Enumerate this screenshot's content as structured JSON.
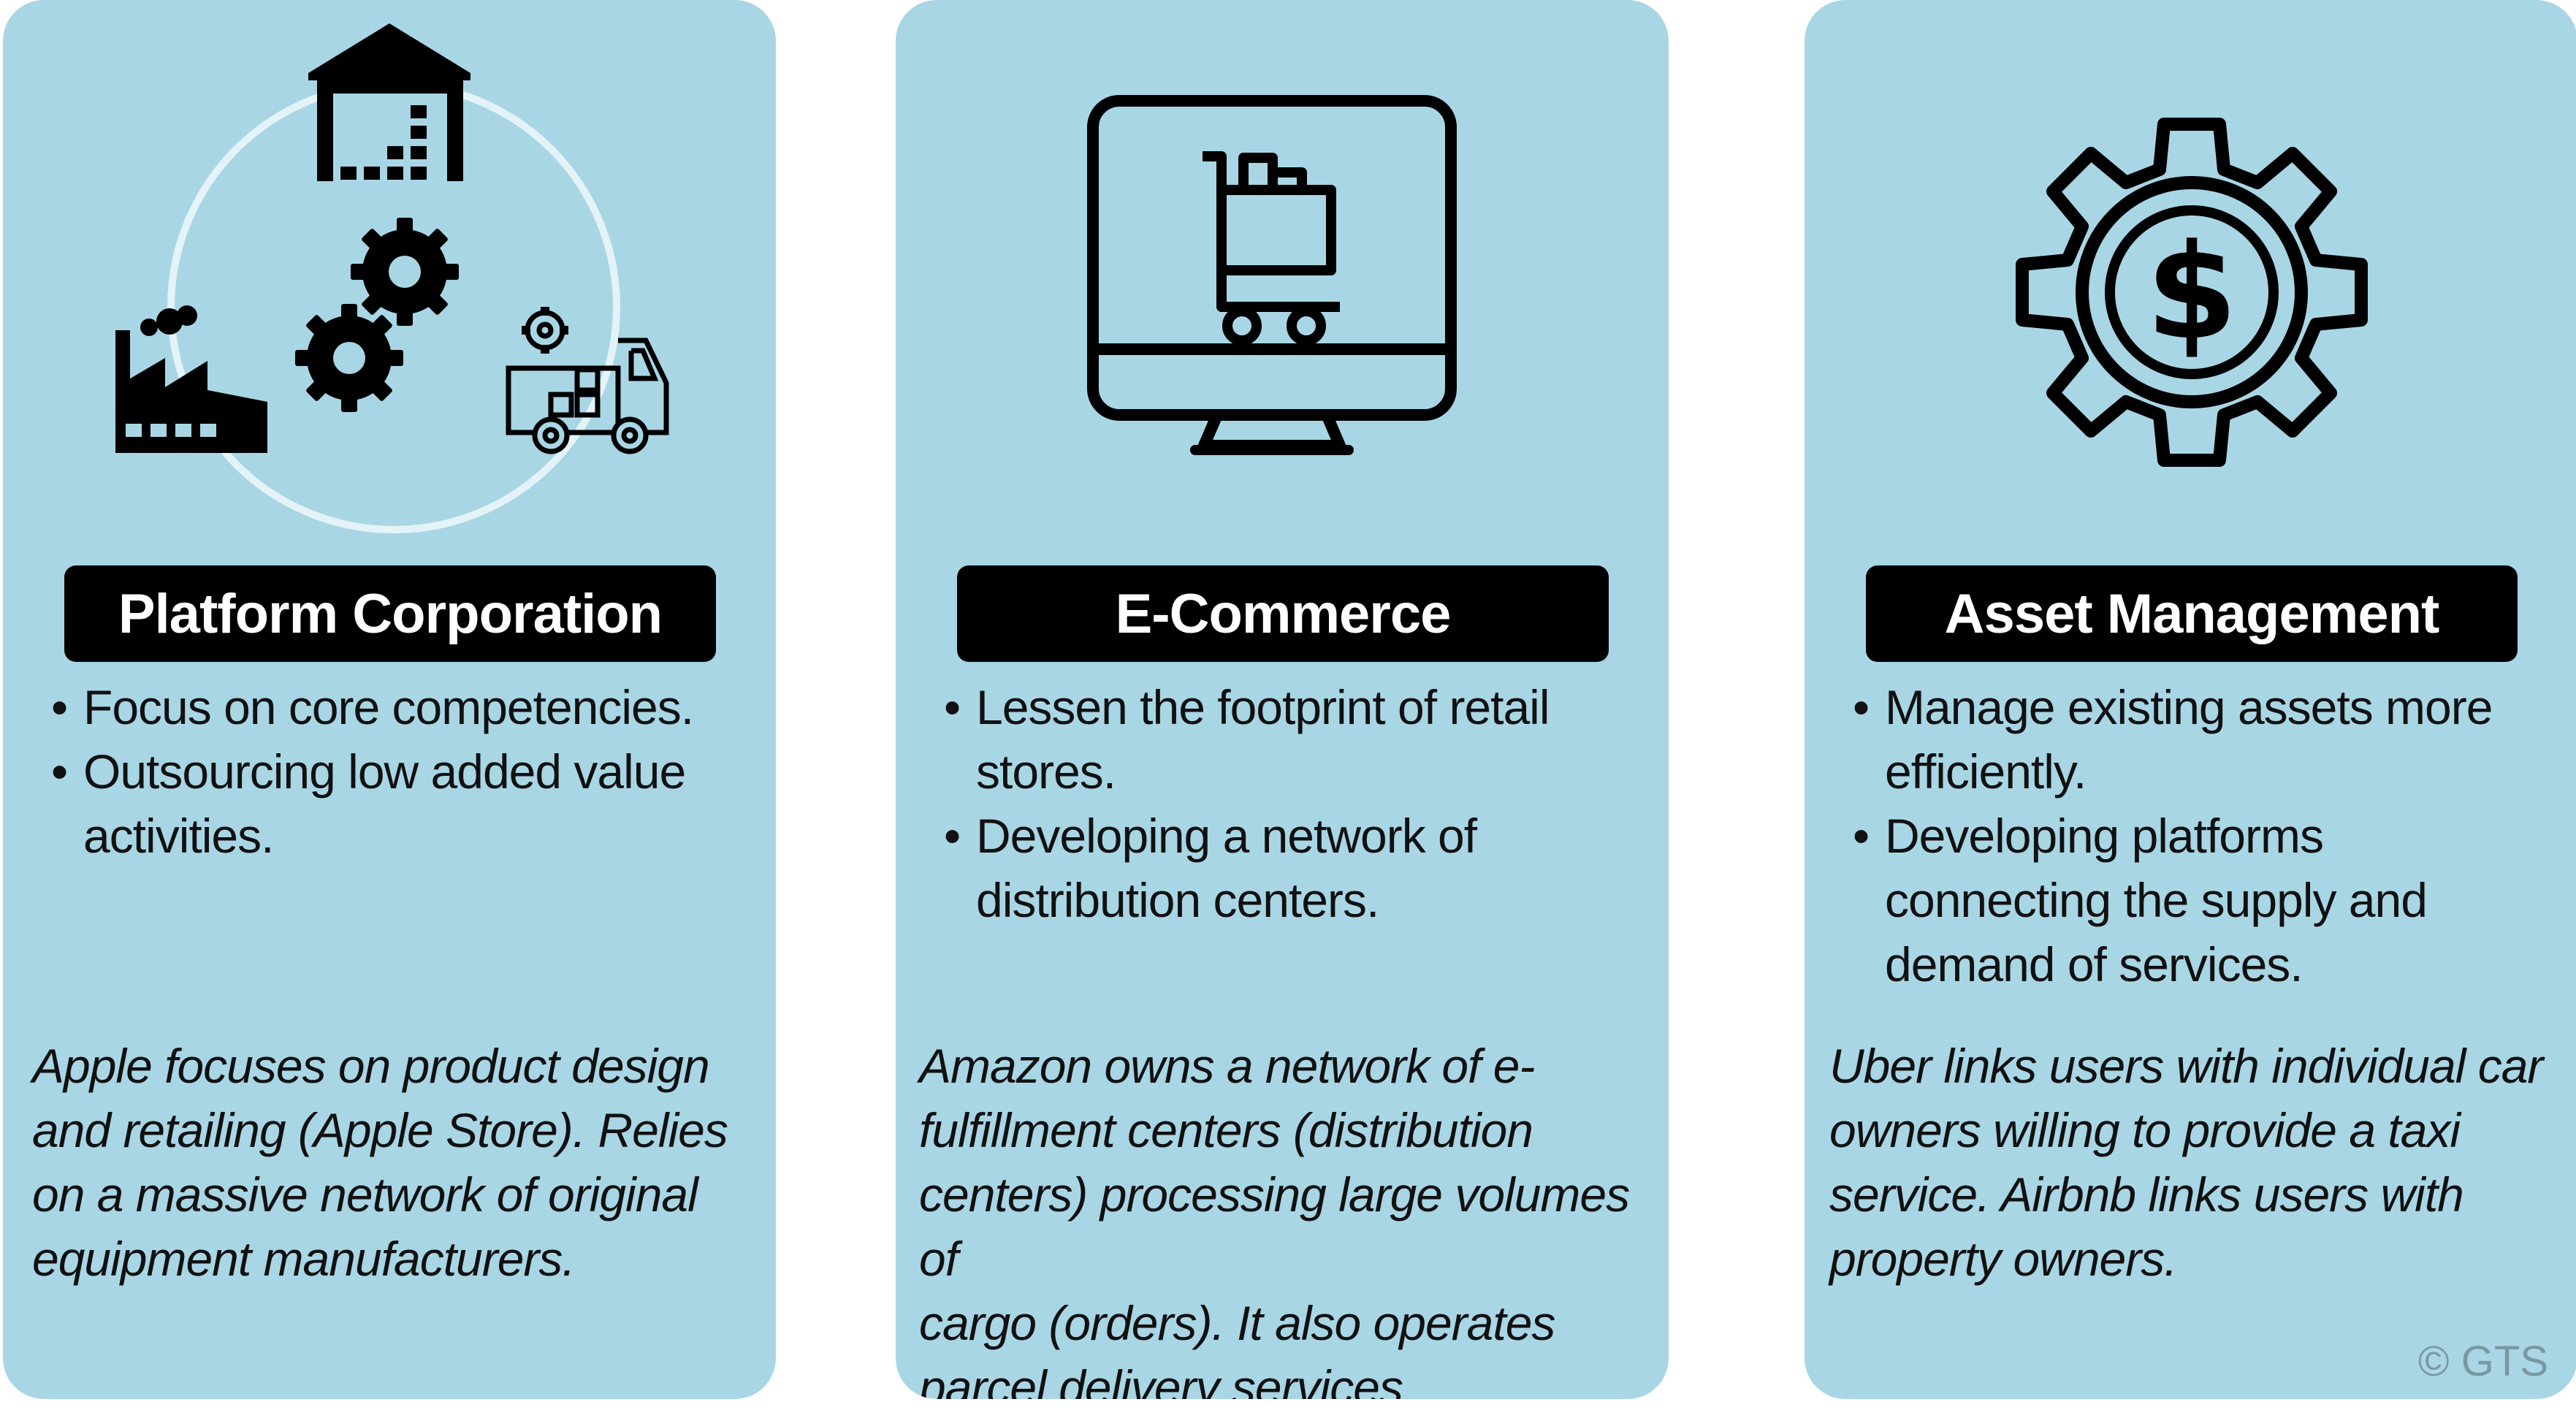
{
  "cards": [
    {
      "title": "Platform Corporation",
      "icon": "supply-chain-icon",
      "bullets": [
        "Focus on core competencies.",
        "Outsourcing low added value activities."
      ],
      "example": "Apple focuses on product design\nand retailing (Apple Store). Relies\non a massive network of original\nequipment manufacturers."
    },
    {
      "title": "E-Commerce",
      "icon": "online-shopping-icon",
      "bullets": [
        "Lessen the footprint of retail stores.",
        "Developing a network of distribution centers."
      ],
      "example": "Amazon owns a network of e-\nfulfillment centers (distribution\ncenters) processing large volumes of\ncargo (orders). It also operates\nparcel delivery services."
    },
    {
      "title": "Asset Management",
      "icon": "dollar-gear-icon",
      "bullets": [
        "Manage existing assets more efficiently.",
        "Developing platforms connecting the supply and demand of services."
      ],
      "example": "Uber links users with individual car\nowners willing to provide a taxi\nservice. Airbnb links users with\nproperty owners."
    }
  ],
  "copyright": "© GTS",
  "colors": {
    "card_bg": "#a9d6e5",
    "pill_bg": "#000000",
    "pill_text": "#ffffff"
  }
}
